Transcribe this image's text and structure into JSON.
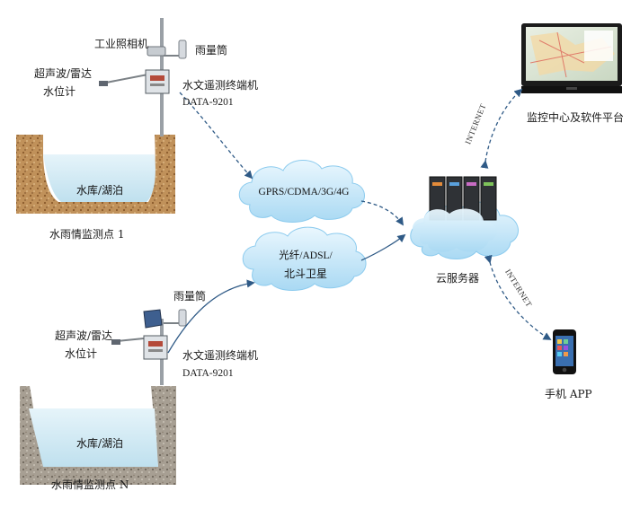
{
  "station1": {
    "camera_label": "工业照相机",
    "rain_gauge_label": "雨量筒",
    "radar_label_line1": "超声波/雷达",
    "radar_label_line2": "水位计",
    "terminal_label_line1": "水文遥测终端机",
    "terminal_label_line2": "DATA-9201",
    "reservoir_label": "水库/湖泊",
    "station_label": "水雨情监测点 1"
  },
  "stationN": {
    "rain_gauge_label": "雨量筒",
    "radar_label_line1": "超声波/雷达",
    "radar_label_line2": "水位计",
    "terminal_label_line1": "水文遥测终端机",
    "terminal_label_line2": "DATA-9201",
    "reservoir_label": "水库/湖泊",
    "station_label": "水雨情监测点 N"
  },
  "networks": {
    "cellular_label": "GPRS/CDMA/3G/4G",
    "fiber_line1": "光纤/ADSL/",
    "fiber_line2": "北斗卫星"
  },
  "server": {
    "label": "云服务器"
  },
  "monitor_center": {
    "label": "监控中心及软件平台"
  },
  "mobile": {
    "label": "手机 APP"
  },
  "links": {
    "internet_top": "INTERNET",
    "internet_bottom": "INTERNET"
  },
  "colors": {
    "arrow": "#2f5a86",
    "cloud": "#bfe3f7",
    "cloud_edge": "#7fc4ea",
    "water": "#cde8f3",
    "soil": "#b98852",
    "gravel": "#a39a8c",
    "server": "#3a3a3a"
  }
}
